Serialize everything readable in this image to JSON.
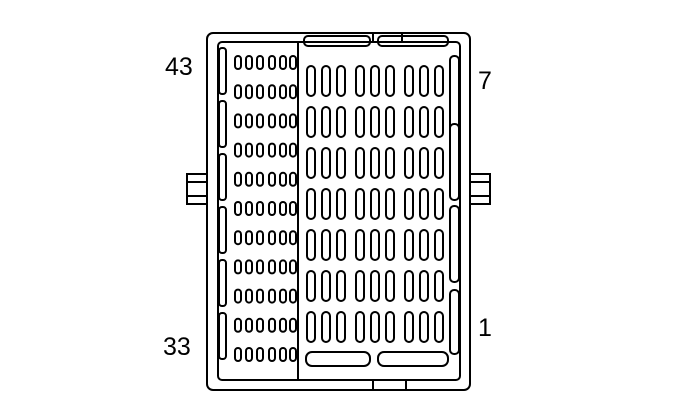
{
  "labels": {
    "top_left": "43",
    "bottom_left": "33",
    "top_right": "7",
    "bottom_right": "1"
  },
  "colors": {
    "line": "#000000",
    "background": "#ffffff"
  }
}
